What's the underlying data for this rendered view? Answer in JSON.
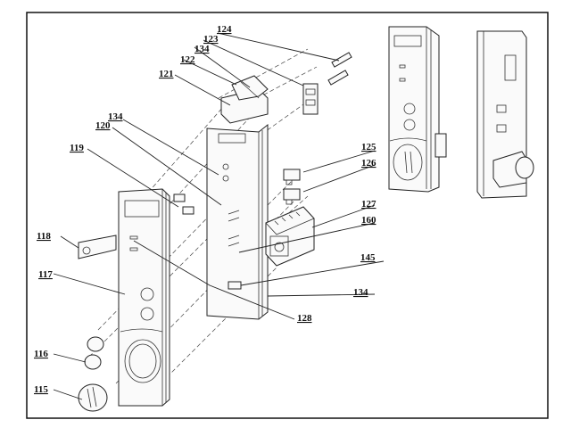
{
  "figure": {
    "type": "exploded-parts-diagram",
    "subject": "appliance control panel assembly",
    "views": [
      "exploded view",
      "assembled front view",
      "assembled rear view"
    ]
  },
  "labels": [
    {
      "id": "124",
      "text": "124"
    },
    {
      "id": "123",
      "text": "123"
    },
    {
      "id": "134a",
      "text": "134"
    },
    {
      "id": "122",
      "text": "122"
    },
    {
      "id": "121",
      "text": "121"
    },
    {
      "id": "134b",
      "text": "134"
    },
    {
      "id": "120",
      "text": "120"
    },
    {
      "id": "119",
      "text": "119"
    },
    {
      "id": "125",
      "text": "125"
    },
    {
      "id": "126",
      "text": "126"
    },
    {
      "id": "127",
      "text": "127"
    },
    {
      "id": "160",
      "text": "160"
    },
    {
      "id": "118",
      "text": "118"
    },
    {
      "id": "145",
      "text": "145"
    },
    {
      "id": "117",
      "text": "117"
    },
    {
      "id": "134c",
      "text": "134"
    },
    {
      "id": "128",
      "text": "128"
    },
    {
      "id": "116",
      "text": "116"
    },
    {
      "id": "115",
      "text": "115"
    }
  ]
}
